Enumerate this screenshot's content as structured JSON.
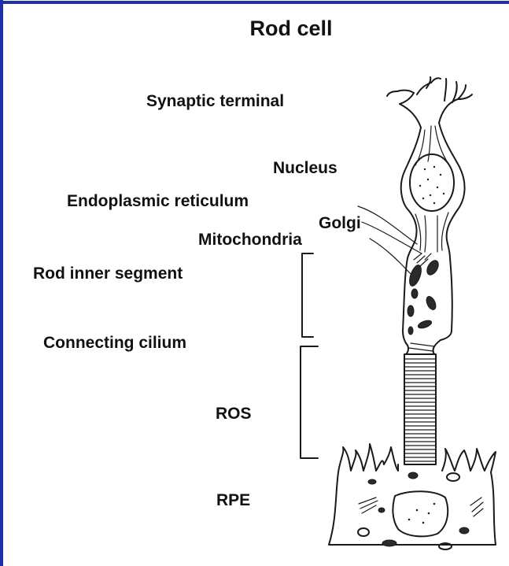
{
  "title": "Rod cell",
  "labels": {
    "synaptic_terminal": "Synaptic terminal",
    "nucleus": "Nucleus",
    "endoplasmic_reticulum": "Endoplasmic reticulum",
    "golgi": "Golgi",
    "mitochondria": "Mitochondria",
    "rod_inner_segment": "Rod inner segment",
    "connecting_cilium": "Connecting cilium",
    "ros": "ROS",
    "rpe": "RPE"
  },
  "colors": {
    "frame": "#1f2fa8",
    "ink": "#1a1a1a",
    "background": "#ffffff"
  }
}
